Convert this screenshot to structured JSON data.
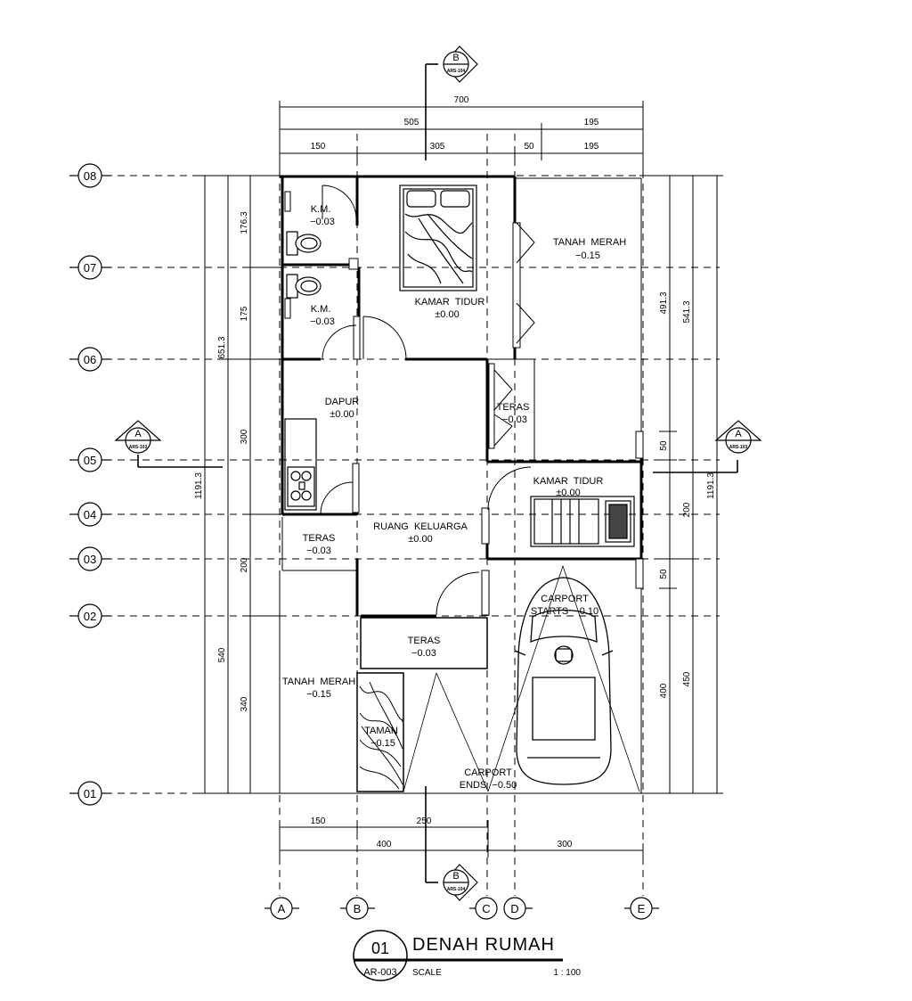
{
  "drawing": {
    "number": "01",
    "sheet": "AR-003",
    "title": "DENAH RUMAH",
    "scale_label": "SCALE",
    "scale_value": "1 : 100"
  },
  "grid": {
    "rows": [
      "08",
      "07",
      "06",
      "05",
      "04",
      "03",
      "02",
      "01"
    ],
    "cols": [
      "A",
      "B",
      "C",
      "D",
      "E"
    ]
  },
  "sections": {
    "top_label": "B",
    "top_ref": "ARS-104",
    "bottom_label": "B",
    "bottom_ref": "ARS-104",
    "left_label": "A",
    "left_ref": "ARS-103",
    "right_label": "A",
    "right_ref": "ARS-103"
  },
  "dimensions": {
    "top_total": "700",
    "top_left": "505",
    "top_right": "195",
    "top_seg1": "150",
    "top_seg2": "305",
    "top_seg3": "50",
    "top_seg4": "195",
    "bottom_seg1": "150",
    "bottom_seg2": "250",
    "bottom_left": "400",
    "bottom_right": "300",
    "left_total": "1191.3",
    "left_upper": "651.3",
    "left_lower": "540",
    "left_d1": "176.3",
    "left_d2": "175",
    "left_d3": "300",
    "left_d4": "200",
    "left_d5": "340",
    "right_total": "1191.3",
    "right_a": "541.3",
    "right_b": "491.3",
    "right_c": "50",
    "right_d": "200",
    "right_e": "50",
    "right_f": "400",
    "right_g": "450"
  },
  "rooms": {
    "km1": {
      "name": "K.M.",
      "level": "−0.03"
    },
    "km2": {
      "name": "K.M.",
      "level": "−0.03"
    },
    "kamar1": {
      "name": "KAMAR  TIDUR",
      "level": "±0.00"
    },
    "tanah1": {
      "name": "TANAH  MERAH",
      "level": "−0.15"
    },
    "dapur": {
      "name": "DAPUR",
      "level": "±0.00"
    },
    "teras_side": {
      "name": "TERAS",
      "level": "−0.03"
    },
    "kamar2": {
      "name": "KAMAR  TIDUR",
      "level": "±0.00"
    },
    "teras_left": {
      "name": "TERAS",
      "level": "−0.03"
    },
    "ruang": {
      "name": "RUANG  KELUARGA",
      "level": "±0.00"
    },
    "carport_start": {
      "name": "CARPORT",
      "level": "STARTS  −0.10"
    },
    "teras_front": {
      "name": "TERAS",
      "level": "−0.03"
    },
    "tanah2": {
      "name": "TANAH  MERAH",
      "level": "−0.15"
    },
    "taman": {
      "name": "TAMAN",
      "level": "−0.15"
    },
    "carport_end": {
      "name": "CARPORT",
      "level": "ENDS  −0.50"
    }
  }
}
